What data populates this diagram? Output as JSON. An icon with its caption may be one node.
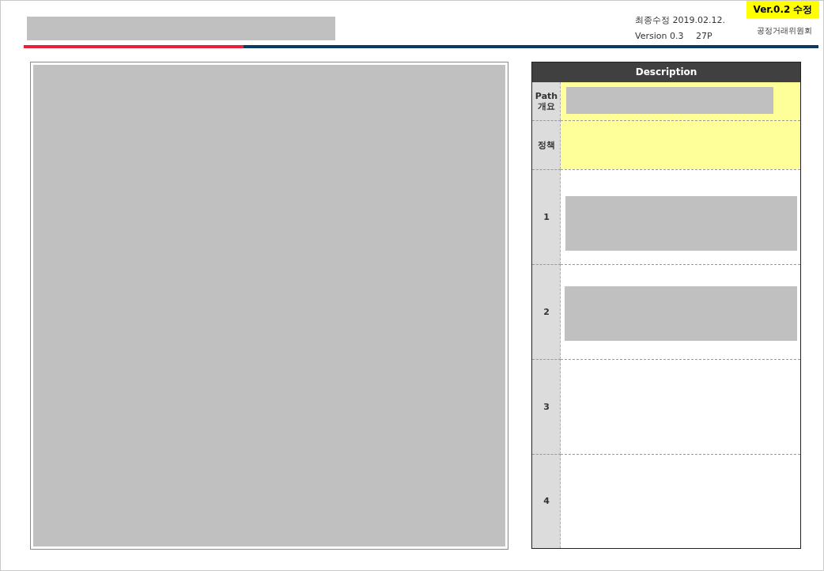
{
  "diagram": {
    "labels": [
      "Ver.0.2 수정",
      "최종수정 2019.02.12.",
      "Version 0.3",
      "27P",
      "공정거래위원회",
      "Description",
      "Path 개요",
      "정책",
      "1",
      "2",
      "3",
      "4"
    ]
  }
}
